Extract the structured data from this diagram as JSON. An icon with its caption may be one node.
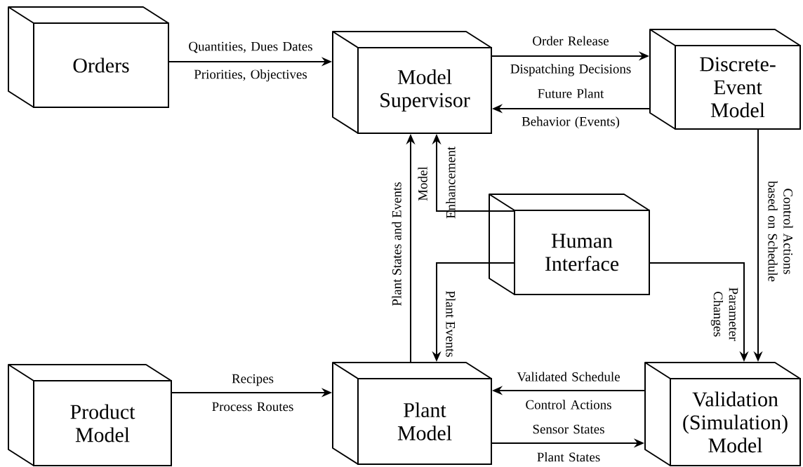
{
  "diagram": {
    "nodes": [
      {
        "text": [
          "Orders"
        ]
      },
      {
        "text": [
          "Model Supervisor"
        ]
      },
      {
        "text": [
          "Discrete-Event Model"
        ]
      },
      {
        "text": [
          "Human Interface"
        ]
      },
      {
        "text": [
          "Product Model"
        ]
      },
      {
        "text": [
          "Plant Model"
        ]
      },
      {
        "text": [
          "Validation (Simulation) Model"
        ]
      }
    ],
    "edges": [
      {
        "from": 0,
        "to": 1,
        "arrow": "to",
        "label": "Quantities, Dues Dates Priorities, Objectives"
      },
      {
        "from": 1,
        "to": 2,
        "arrow": "to",
        "label": "Order Release Dispatching Decisions"
      },
      {
        "from": 2,
        "to": 1,
        "arrow": "to",
        "label": "Future Plant Behavior (Events)"
      },
      {
        "from": 5,
        "to": 1,
        "arrow": "to",
        "label": "Plant States and Events"
      },
      {
        "from": 3,
        "to": 1,
        "arrow": "to",
        "label": "Model Enhancement"
      },
      {
        "from": 3,
        "to": 5,
        "arrow": "to",
        "label": "Plant Events"
      },
      {
        "from": 3,
        "to": 6,
        "arrow": "to",
        "label": "Parameter Changes"
      },
      {
        "from": 2,
        "to": 6,
        "arrow": "to",
        "label": "Control Actions based on Schedule"
      },
      {
        "from": 4,
        "to": 5,
        "arrow": "to",
        "label": "Recipes Process Routes"
      },
      {
        "from": 6,
        "to": 5,
        "arrow": "to",
        "label": "Validated Schedule Control Actions"
      },
      {
        "from": 5,
        "to": 6,
        "arrow": "to",
        "label": "Sensor States Plant States"
      }
    ]
  }
}
